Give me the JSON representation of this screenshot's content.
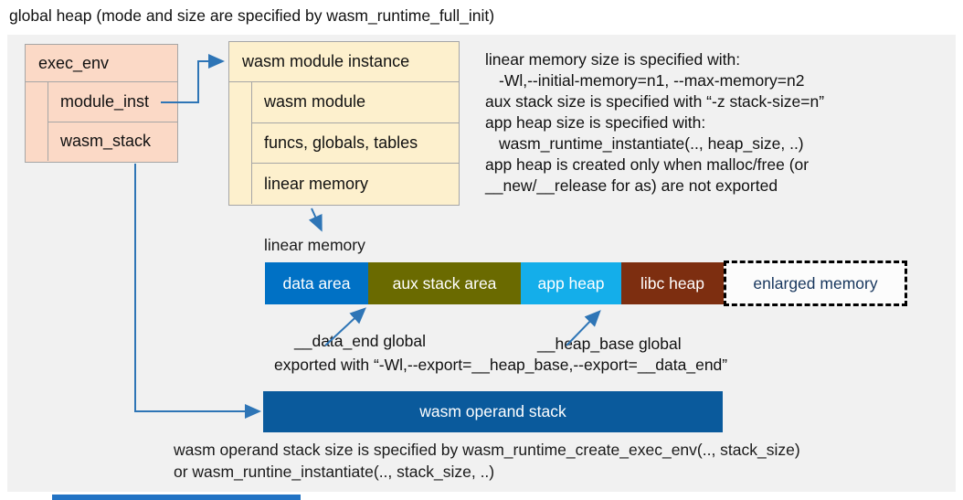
{
  "title": "global heap (mode and size are specified by wasm_runtime_full_init)",
  "exec_env": {
    "header": "exec_env",
    "rows": [
      {
        "label": "module_inst"
      },
      {
        "label": "wasm_stack"
      }
    ]
  },
  "module_instance": {
    "header": "wasm module instance",
    "rows": [
      {
        "label": "wasm module"
      },
      {
        "label": "funcs, globals, tables"
      },
      {
        "label": "linear memory"
      }
    ]
  },
  "notes_right": {
    "lines": [
      {
        "text": "linear memory size is specified with:"
      },
      {
        "text": "-Wl,--initial-memory=n1, --max-memory=n2"
      },
      {
        "text": "aux stack size is specified with “-z stack-size=n”"
      },
      {
        "text": "app heap size is specified with:"
      },
      {
        "text": "wasm_runtime_instantiate(.., heap_size, ..)"
      },
      {
        "text": "app heap is created only when malloc/free (or"
      },
      {
        "text": "__new/__release for as) are not exported"
      }
    ]
  },
  "linear_memory": {
    "label": "linear memory",
    "segments": [
      {
        "label": "data area",
        "color": "#0071c5",
        "text_color": "#ffffff"
      },
      {
        "label": "aux stack area",
        "color": "#6a6a00",
        "text_color": "#ffffff"
      },
      {
        "label": "app heap",
        "color": "#14aeea",
        "text_color": "#ffffff"
      },
      {
        "label": "libc heap",
        "color": "#7d2e10",
        "text_color": "#ffffff"
      },
      {
        "label": "enlarged memory",
        "color": "#fcfcfc",
        "text_color": "#17365d",
        "border": "dashed"
      }
    ]
  },
  "annotations": {
    "data_end_label": "__data_end global",
    "heap_base_label": "__heap_base global",
    "exported_line": "exported with “-Wl,--export=__heap_base,--export=__data_end”"
  },
  "operand_stack": {
    "label": "wasm operand stack",
    "color": "#0a5a9c",
    "note_lines": [
      "wasm operand stack size is specified by wasm_runtime_create_exec_env(.., stack_size)",
      "or wasm_runtine_instantiate(.., stack_size, ..)"
    ]
  },
  "colors": {
    "canvas_bg": "#f1f1f1",
    "exec_env_fill": "#fbd9c6",
    "module_instance_fill": "#fdf0cd",
    "box_border": "#a6a6a6",
    "arrow_blue": "#2e75b6"
  }
}
